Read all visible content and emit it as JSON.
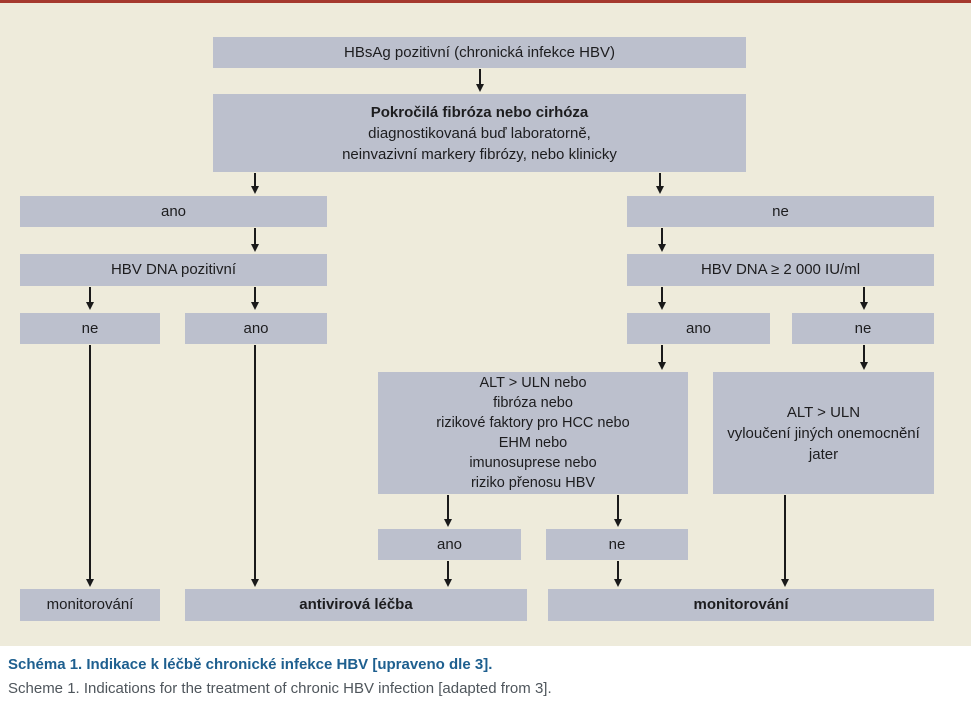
{
  "figure": {
    "nodes": {
      "hbsag": "HBsAg pozitivní (chronická infekce HBV)",
      "fibrosis_title": "Pokročilá fibróza nebo cirhóza",
      "fibrosis_line2": "diagnostikovaná buď laboratorně,",
      "fibrosis_line3": "neinvazivní markery fibrózy, nebo klinicky",
      "yes_left": "ano",
      "no_right": "ne",
      "hbv_dna_positive": "HBV DNA pozitivní",
      "hbv_dna_threshold": "HBV DNA ≥ 2 000 IU/ml",
      "no_left_sub": "ne",
      "yes_left_sub": "ano",
      "yes_right_sub": "ano",
      "no_right_sub": "ne",
      "criteria_lines": [
        "ALT > ULN nebo",
        "fibróza nebo",
        "rizikové faktory pro HCC nebo",
        "EHM nebo",
        "imunosuprese nebo",
        "riziko přenosu HBV"
      ],
      "alt_lines": [
        "ALT > ULN",
        "vyloučení jiných onemocnění",
        "jater"
      ],
      "yes_mid": "ano",
      "no_mid": "ne",
      "monitoring_left": "monitorování",
      "antiviral_treatment": "antivirová léčba",
      "monitoring_right": "monitorování"
    },
    "caption_cz": "Schéma 1. Indikace k léčbě chronické infekce HBV [upraveno dle 3].",
    "caption_en": "Scheme 1. Indications for the treatment of chronic HBV infection [adapted from 3]."
  },
  "colors": {
    "panel_bg": "#eeebdb",
    "node_bg": "#bcc0cd",
    "top_rule": "#a5392e",
    "caption_cz_color": "#1e5f8f",
    "caption_en_color": "#4f565c"
  }
}
